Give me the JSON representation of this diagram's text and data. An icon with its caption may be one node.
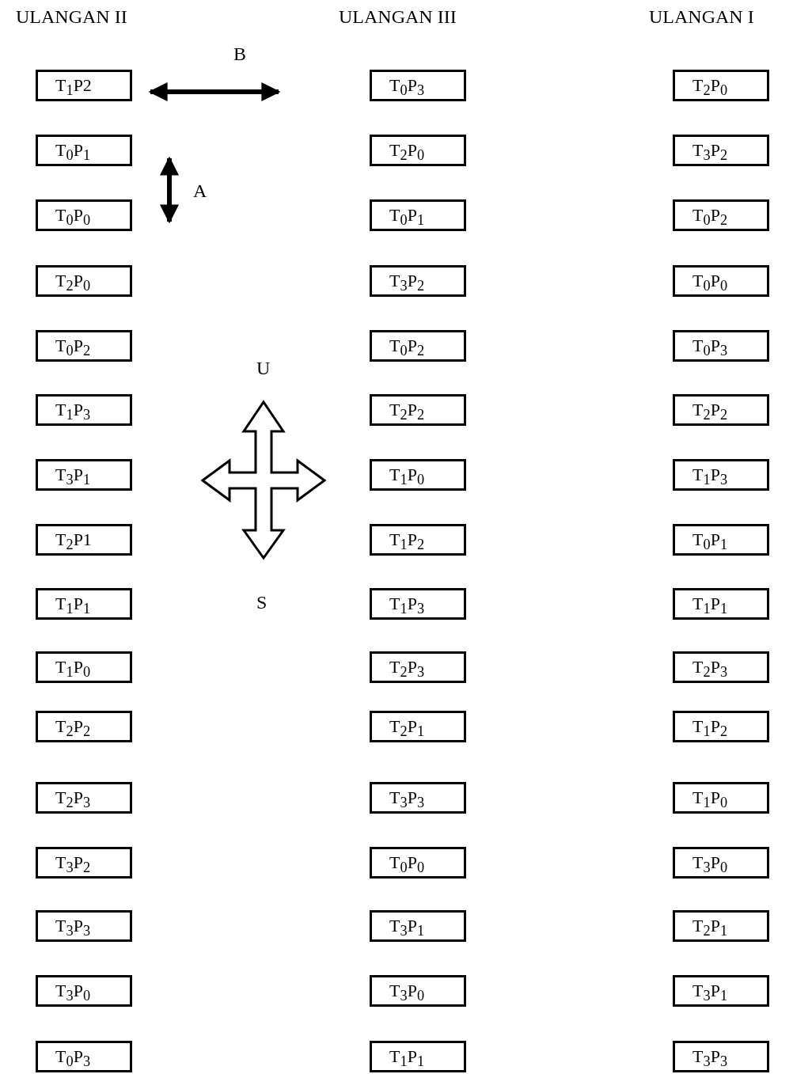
{
  "diagram": {
    "nodes": [
      {
        "text": [
          "T$_{1}$P2"
        ]
      },
      {
        "text": [
          "T$_{0}$P$_{3}$"
        ]
      },
      {
        "text": [
          "T$_{2}$P$_{0}$"
        ]
      },
      {
        "text": [
          "T$_{0}$P$_{1}$"
        ]
      },
      {
        "text": [
          "T$_{2}$P$_{0}$"
        ]
      },
      {
        "text": [
          "T$_{3}$P$_{2}$"
        ]
      },
      {
        "text": [
          "T$_{0}$P$_{0}$"
        ]
      },
      {
        "text": [
          "T$_{0}$P$_{1}$"
        ]
      },
      {
        "text": [
          "T$_{0}$P$_{2}$"
        ]
      },
      {
        "text": [
          "T$_{2}$P$_{0}$"
        ]
      },
      {
        "text": [
          "T$_{3}$P$_{2}$"
        ]
      },
      {
        "text": [
          "T$_{0}$P$_{0}$"
        ]
      },
      {
        "text": [
          "T$_{0}$P$_{2}$"
        ]
      },
      {
        "text": [
          "T$_{0}$P$_{2}$"
        ]
      },
      {
        "text": [
          "T$_{0}$P$_{3}$"
        ]
      },
      {
        "text": [
          "T$_{1}$P$_{3}$"
        ]
      },
      {
        "text": [
          "T$_{2}$P$_{2}$"
        ]
      },
      {
        "text": [
          "T$_{2}$P$_{2}$"
        ]
      },
      {
        "text": [
          "T$_{3}$P$_{1}$"
        ]
      },
      {
        "text": [
          "T$_{1}$P$_{0}$"
        ]
      },
      {
        "text": [
          "T$_{1}$P$_{3}$"
        ]
      },
      {
        "text": [
          "T$_{2}$P1"
        ]
      },
      {
        "text": [
          "T$_{1}$P$_{2}$"
        ]
      },
      {
        "text": [
          "T$_{0}$P$_{1}$"
        ]
      },
      {
        "text": [
          "T$_{1}$P$_{1}$"
        ]
      },
      {
        "text": [
          "T$_{1}$P$_{3}$"
        ]
      },
      {
        "text": [
          "T$_{1}$P$_{1}$"
        ]
      },
      {
        "text": [
          "T$_{1}$P$_{0}$"
        ]
      },
      {
        "text": [
          "T$_{2}$P$_{3}$"
        ]
      },
      {
        "text": [
          "T$_{2}$P$_{3}$"
        ]
      },
      {
        "text": [
          "T$_{2}$P$_{2}$"
        ]
      },
      {
        "text": [
          "T$_{2}$P$_{1}$"
        ]
      },
      {
        "text": [
          "T$_{1}$P$_{2}$"
        ]
      },
      {
        "text": [
          "T$_{2}$P$_{3}$"
        ]
      },
      {
        "text": [
          "T$_{3}$P$_{3}$"
        ]
      },
      {
        "text": [
          "T$_{1}$P$_{0}$"
        ]
      },
      {
        "text": [
          "T$_{3}$P$_{2}$"
        ]
      },
      {
        "text": [
          "T$_{0}$P$_{0}$"
        ]
      },
      {
        "text": [
          "T$_{3}$P$_{0}$"
        ]
      },
      {
        "text": [
          "T$_{3}$P$_{3}$"
        ]
      },
      {
        "text": [
          "T$_{3}$P$_{1}$"
        ]
      },
      {
        "text": [
          "T$_{2}$P$_{1}$"
        ]
      },
      {
        "text": [
          "T$_{3}$P$_{0}$"
        ]
      },
      {
        "text": [
          "T$_{3}$P$_{0}$"
        ]
      },
      {
        "text": [
          "T$_{3}$P$_{1}$"
        ]
      },
      {
        "text": [
          "T$_{0}$P$_{3}$"
        ]
      },
      {
        "text": [
          "T$_{1}$P$_{1}$"
        ]
      },
      {
        "text": [
          "T$_{3}$P$_{3}$"
        ]
      }
    ],
    "edges": [],
    "labels": [
      "ULANGAN II",
      "ULANGAN III",
      "ULANGAN I",
      "B",
      "A",
      "U",
      "S"
    ]
  }
}
